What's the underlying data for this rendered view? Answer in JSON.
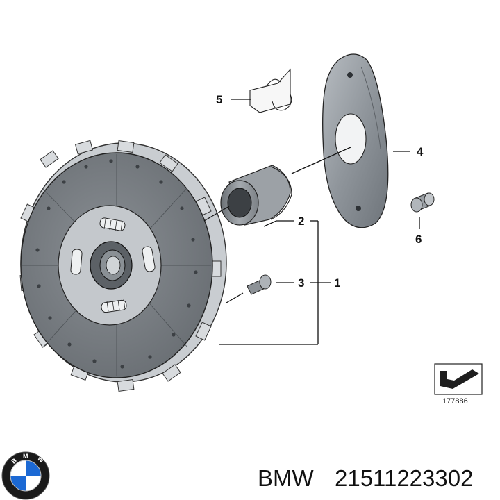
{
  "callouts": {
    "c1": "1",
    "c2": "2",
    "c3": "3",
    "c4": "4",
    "c5": "5",
    "c6": "6"
  },
  "reference_number": "177886",
  "caption": {
    "brand": "BMW",
    "part_number": "21511223302"
  },
  "logo": {
    "letters": [
      "B",
      "M",
      "W"
    ],
    "colors": {
      "ring": "#111111",
      "blue": "#1c69d4",
      "white": "#ffffff"
    }
  },
  "icons": [
    "clutch-disc-icon",
    "release-bearing-icon",
    "release-lever-icon",
    "spring-clip-icon",
    "bolt-icon",
    "pivot-pin-icon",
    "view-direction-icon",
    "bmw-roundel-logo"
  ]
}
